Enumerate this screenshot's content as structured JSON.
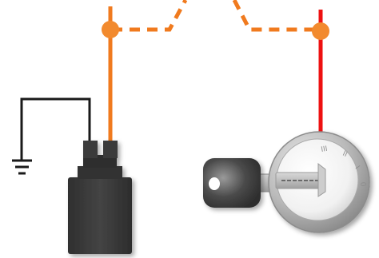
{
  "diagram": {
    "colors": {
      "supply_wire": "#f07a1e",
      "switched_wire": "#ee1111",
      "ground_wire": "#1a1a1a",
      "junction_dot": "#f28a2e",
      "connector_body": "#3b3b3b",
      "key_head": "#4a4a4a",
      "switch_bezel": "#b5b5b5"
    },
    "ignition_positions": [
      "III",
      "II",
      "I",
      "0"
    ],
    "icons": [
      "ground-symbol",
      "connector-plug",
      "ignition-key",
      "ignition-switch"
    ]
  }
}
